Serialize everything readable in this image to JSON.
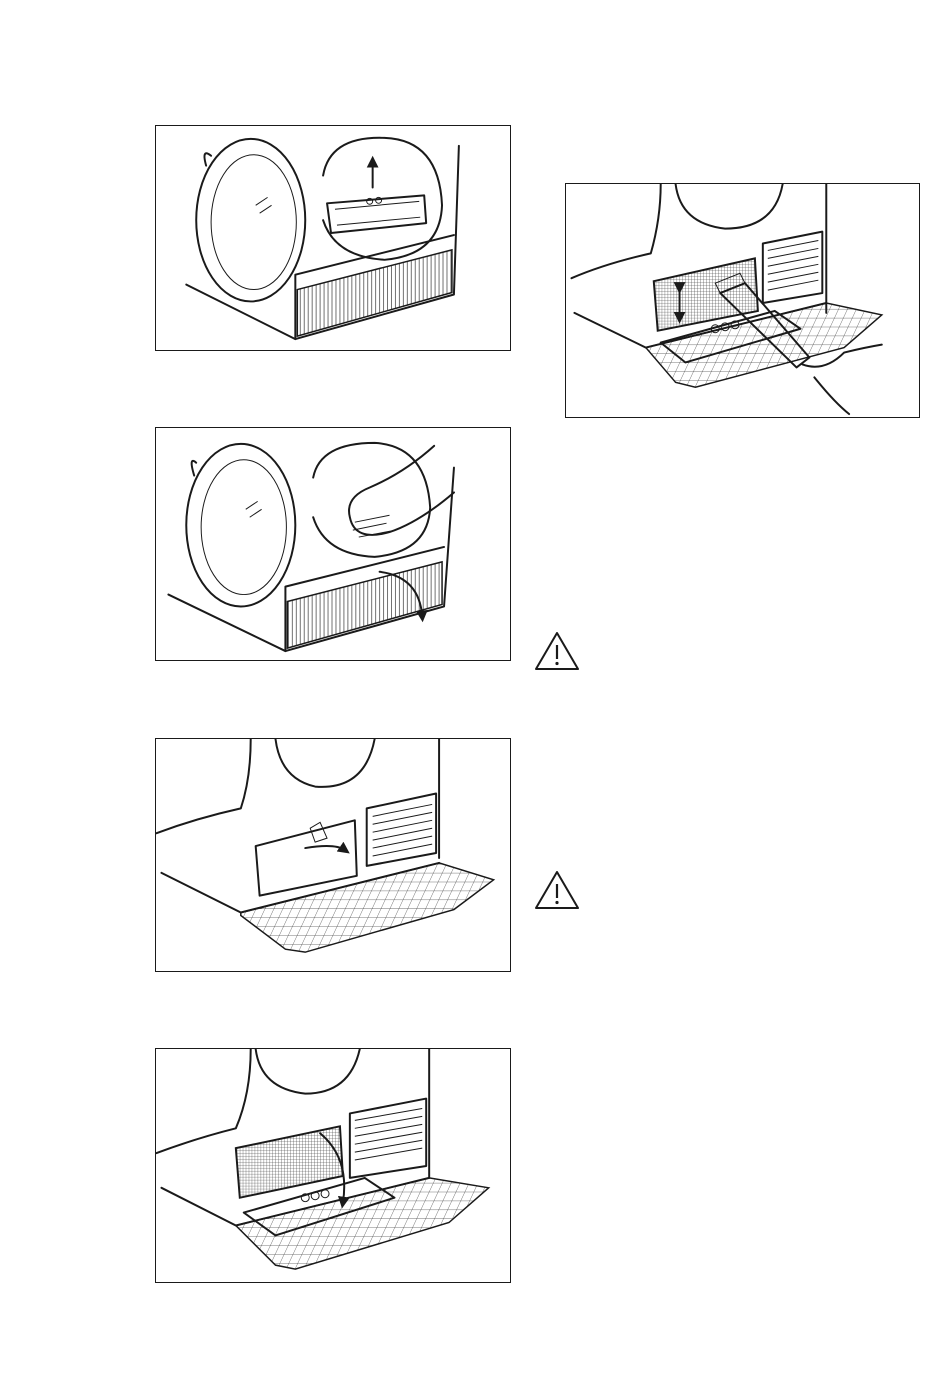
{
  "figures": [
    {
      "id": "step-1",
      "icon": "remove-filter-illustration"
    },
    {
      "id": "step-2",
      "icon": "open-plinth-door-illustration"
    },
    {
      "id": "step-3",
      "icon": "unlock-heat-exchanger-cover-illustration"
    },
    {
      "id": "step-4",
      "icon": "lower-heat-exchanger-cover-illustration"
    },
    {
      "id": "step-5",
      "icon": "clean-heat-exchanger-illustration"
    }
  ],
  "warnings": [
    {
      "icon": "warning-triangle-icon"
    },
    {
      "icon": "warning-triangle-icon"
    }
  ],
  "colors": {
    "line": "#1a1a1a",
    "background": "#ffffff"
  }
}
